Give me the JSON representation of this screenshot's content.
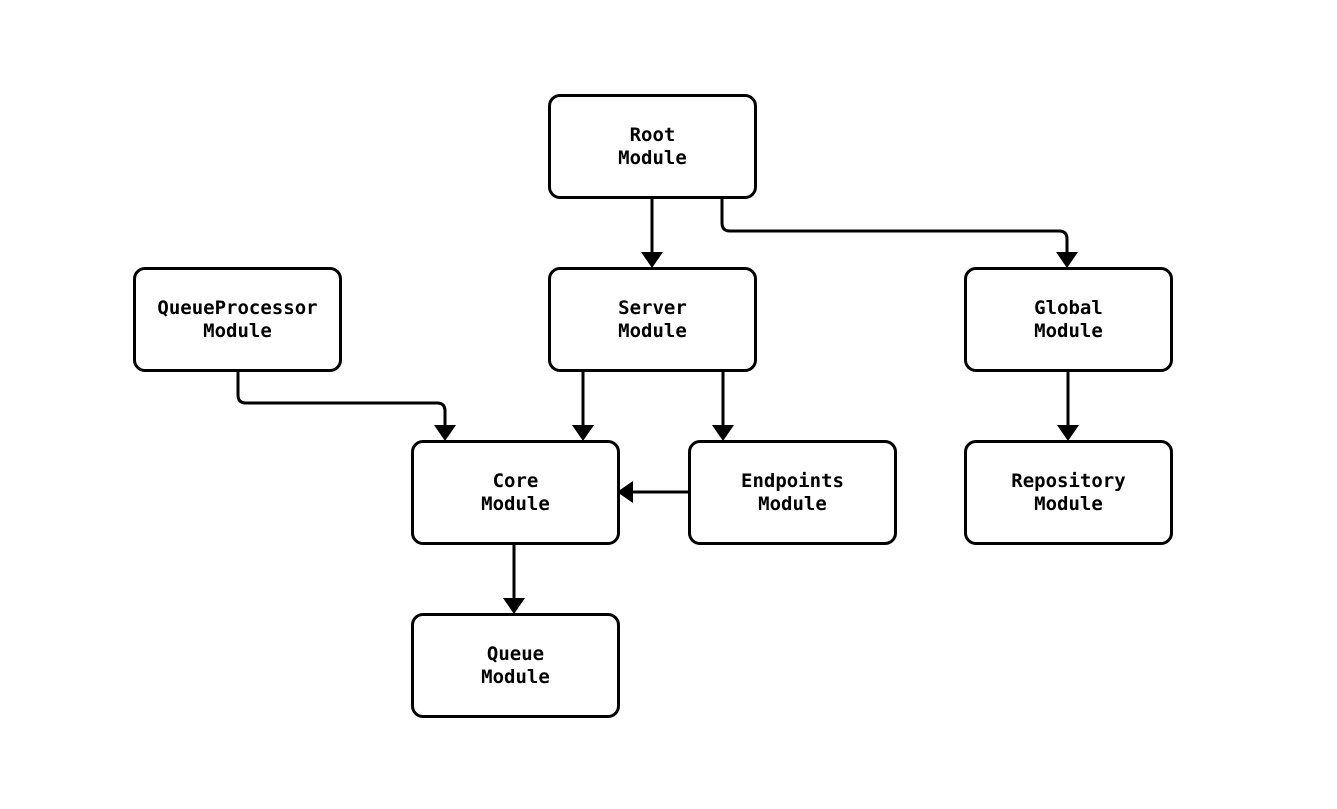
{
  "diagram": {
    "type": "flowchart",
    "background_color": "#ffffff",
    "node_fill_color": "#ffffff",
    "stroke_color": "#000000",
    "nodes": {
      "root": {
        "line1": "Root",
        "line2": "Module"
      },
      "queueProcessor": {
        "line1": "QueueProcessor",
        "line2": "Module"
      },
      "server": {
        "line1": "Server",
        "line2": "Module"
      },
      "global": {
        "line1": "Global",
        "line2": "Module"
      },
      "core": {
        "line1": "Core",
        "line2": "Module"
      },
      "endpoints": {
        "line1": "Endpoints",
        "line2": "Module"
      },
      "repository": {
        "line1": "Repository",
        "line2": "Module"
      },
      "queue": {
        "line1": "Queue",
        "line2": "Module"
      }
    },
    "edges": [
      {
        "from": "Root Module",
        "to": "Server Module"
      },
      {
        "from": "Root Module",
        "to": "Global Module"
      },
      {
        "from": "QueueProcessor Module",
        "to": "Core Module"
      },
      {
        "from": "Server Module",
        "to": "Core Module"
      },
      {
        "from": "Server Module",
        "to": "Endpoints Module"
      },
      {
        "from": "Endpoints Module",
        "to": "Core Module"
      },
      {
        "from": "Global Module",
        "to": "Repository Module"
      },
      {
        "from": "Core Module",
        "to": "Queue Module"
      }
    ]
  }
}
